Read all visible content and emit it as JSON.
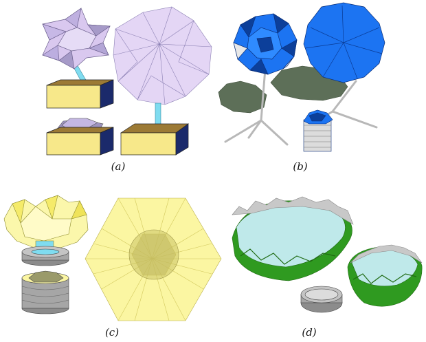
{
  "figure": {
    "panels": [
      {
        "id": "a",
        "caption": "(a)"
      },
      {
        "id": "b",
        "caption": "(b)"
      },
      {
        "id": "c",
        "caption": "(c)"
      },
      {
        "id": "d",
        "caption": "(d)"
      }
    ],
    "colors": {
      "lavender": "#d9c8ef",
      "lavender_dark": "#a69ac8",
      "box_top": "#9c7a35",
      "box_front": "#f7e88a",
      "box_side": "#1b2a6b",
      "stem_cyan": "#7fdcf0",
      "blue": "#1c74f2",
      "blue_dark": "#0c3f9a",
      "leaf": "#5d6f58",
      "yellow": "#fbf6a2",
      "yellow_line": "#d2c85e",
      "gray": "#a6a6a6",
      "aqua": "#bfe9ea",
      "green": "#2f9a20"
    }
  }
}
